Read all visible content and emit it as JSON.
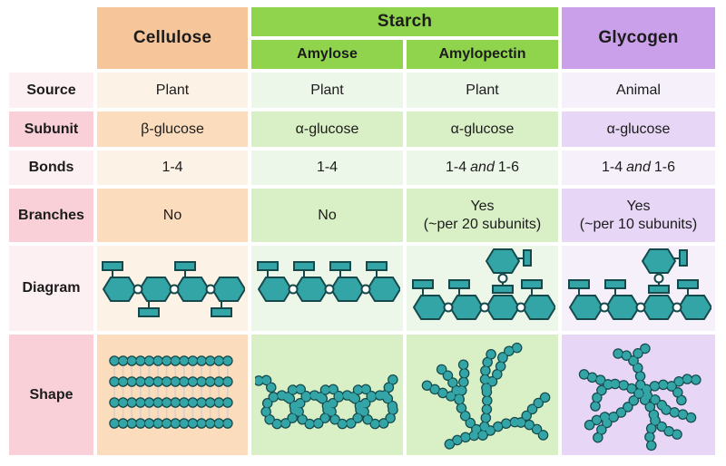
{
  "table": {
    "columns": {
      "cellulose": {
        "header": "Cellulose"
      },
      "starch": {
        "header": "Starch",
        "subcolumns": {
          "amylose": "Amylose",
          "amylopectin": "Amylopectin"
        }
      },
      "glycogen": {
        "header": "Glycogen"
      }
    },
    "rows": {
      "source": {
        "label": "Source",
        "cellulose": "Plant",
        "amylose": "Plant",
        "amylopectin": "Plant",
        "glycogen": "Animal"
      },
      "subunit": {
        "label": "Subunit",
        "cellulose": "β-glucose",
        "amylose": "α-glucose",
        "amylopectin": "α-glucose",
        "glycogen": "α-glucose"
      },
      "bonds": {
        "label": "Bonds",
        "cellulose": "1-4",
        "amylose": "1-4",
        "amylopectin": {
          "pre": "1-4",
          "conj": "and",
          "post": "1-6"
        },
        "glycogen": {
          "pre": "1-4",
          "conj": "and",
          "post": "1-6"
        }
      },
      "branches": {
        "label": "Branches",
        "cellulose": "No",
        "amylose": "No",
        "amylopectin": {
          "line1": "Yes",
          "line2": "(~per 20 subunits)"
        },
        "glycogen": {
          "line1": "Yes",
          "line2": "(~per 10 subunits)"
        }
      },
      "diagram": {
        "label": "Diagram"
      },
      "shape": {
        "label": "Shape"
      }
    }
  },
  "figures": {
    "cellulose_diagram": "beta-glucose-chain-alternating-units",
    "amylose_diagram": "alpha-glucose-linear-chain",
    "amylopectin_diagram": "alpha-glucose-chain-with-1-6-branch",
    "glycogen_diagram": "alpha-glucose-chain-with-1-6-branch",
    "cellulose_shape": "straight-parallel-bead-chains-with-cross-links",
    "amylose_shape": "helical-coil-bead-chain",
    "amylopectin_shape": "branched-tree-bead-chain",
    "glycogen_shape": "highly-branched-radial-bead-chain"
  },
  "colors": {
    "cellulose_header": "#f6c69a",
    "starch_header": "#8fd44c",
    "glycogen_header": "#c9a0e9",
    "row_label_pink": "#f9d0d8",
    "monomer_teal": "#34a5a7",
    "outline_dark": "#15494c"
  }
}
